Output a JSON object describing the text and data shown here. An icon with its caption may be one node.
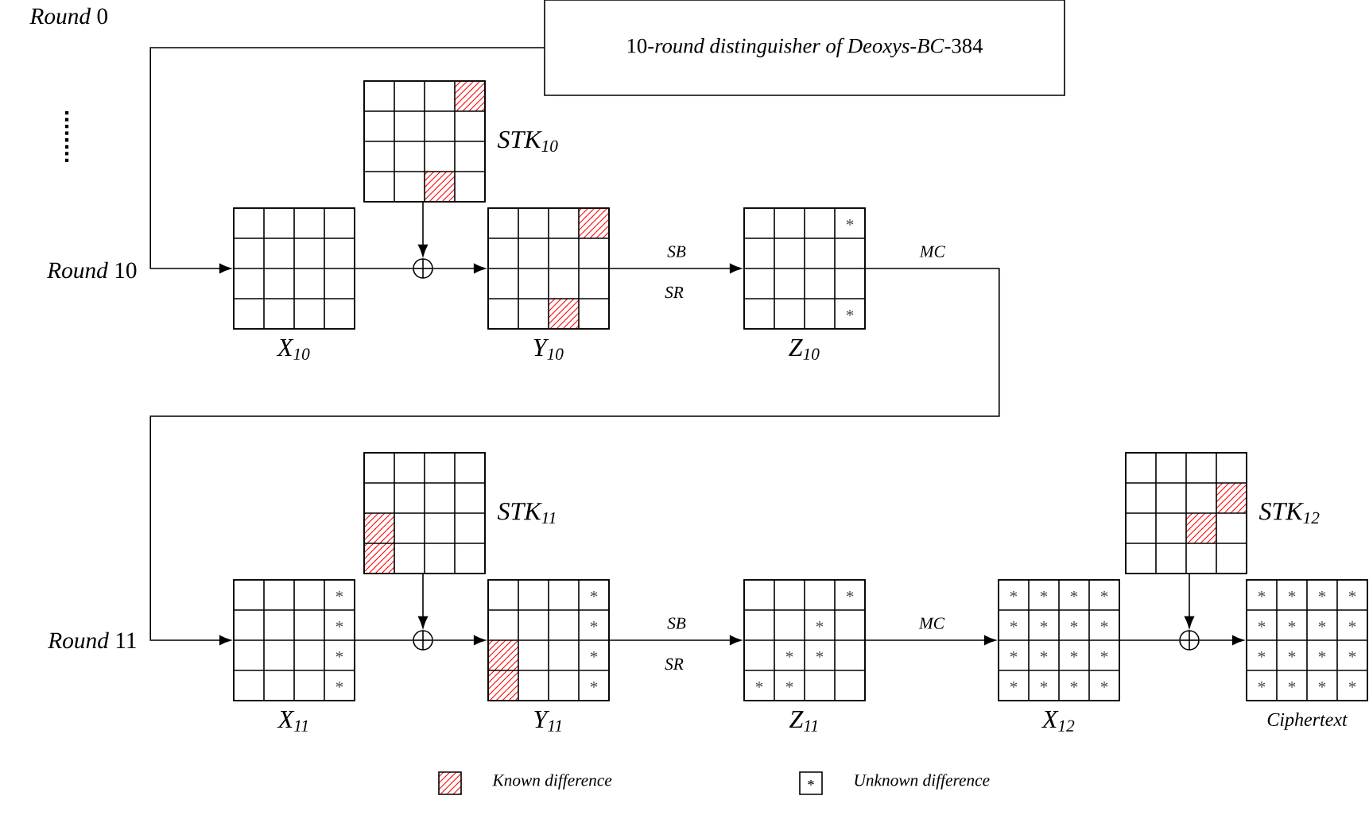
{
  "diagram": {
    "nodes": [
      {
        "text": [
          "10-*round distinguisher of Deoxys-BC*-384"
        ]
      },
      {
        "text": [],
        "shape": "grid",
        "beside": [
          "STK$_{10}$"
        ]
      },
      {
        "text": [],
        "shape": "grid",
        "beside": [
          "X$_{10}$"
        ]
      },
      {
        "text": [],
        "shape": "circle"
      },
      {
        "text": [],
        "shape": "grid",
        "beside": [
          "Y$_{10}$"
        ]
      },
      {
        "text": [
          "*",
          "*"
        ],
        "beside": [
          "Z$_{10}$"
        ]
      },
      {
        "text": [],
        "shape": "grid",
        "beside": [
          "STK$_{11}$"
        ]
      },
      {
        "text": [],
        "shape": "grid",
        "beside": [
          "STK$_{12}$"
        ]
      },
      {
        "text": [
          "*",
          "*",
          "*",
          "*"
        ],
        "beside": [
          "X$_{11}$"
        ]
      },
      {
        "text": [],
        "shape": "circle"
      },
      {
        "text": [
          "*",
          "*",
          "*",
          "*"
        ],
        "beside": [
          "Y$_{11}$"
        ]
      },
      {
        "text": [
          "*",
          "*",
          "*",
          "*",
          "*",
          "*"
        ],
        "beside": [
          "Z$_{11}$"
        ]
      },
      {
        "text": [
          "*",
          "*",
          "*",
          "*",
          "*",
          "*",
          "*",
          "*",
          "*",
          "*",
          "*",
          "*",
          "*",
          "*",
          "*",
          "*"
        ],
        "beside": [
          "X$_{12}$"
        ]
      },
      {
        "text": [],
        "shape": "circle"
      },
      {
        "text": [
          "*",
          "*",
          "*",
          "*",
          "*",
          "*",
          "*",
          "*",
          "*",
          "*",
          "*",
          "*",
          "*",
          "*",
          "*",
          "*"
        ],
        "beside": [
          "Ciphertext"
        ]
      }
    ],
    "edges": [
      {
        "from": 0,
        "to": 2,
        "arrow": "to"
      },
      {
        "from": 1,
        "to": 3,
        "arrow": "to"
      },
      {
        "from": 2,
        "to": 3,
        "arrow": "none"
      },
      {
        "from": 3,
        "to": 4,
        "arrow": "to"
      },
      {
        "from": 4,
        "to": 5,
        "arrow": "to",
        "label": "SB"
      },
      {
        "from": 5,
        "to": 8,
        "arrow": "to",
        "label": "MC"
      },
      {
        "from": 6,
        "to": 9,
        "arrow": "to"
      },
      {
        "from": 8,
        "to": 9,
        "arrow": "none"
      },
      {
        "from": 9,
        "to": 10,
        "arrow": "to"
      },
      {
        "from": 10,
        "to": 11,
        "arrow": "to",
        "label": "SB"
      },
      {
        "from": 11,
        "to": 12,
        "arrow": "to",
        "label": "MC"
      },
      {
        "from": 7,
        "to": 13,
        "arrow": "to"
      },
      {
        "from": 12,
        "to": 13,
        "arrow": "none"
      },
      {
        "from": 13,
        "to": 14,
        "arrow": "to"
      }
    ],
    "labels": [
      "*Round* 0",
      "*Round* 10",
      "*Round* 11",
      "SR",
      "SR",
      "*"
    ],
    "legend": [
      {
        "text": "Known difference"
      },
      {
        "text": "Unknown difference"
      }
    ]
  }
}
